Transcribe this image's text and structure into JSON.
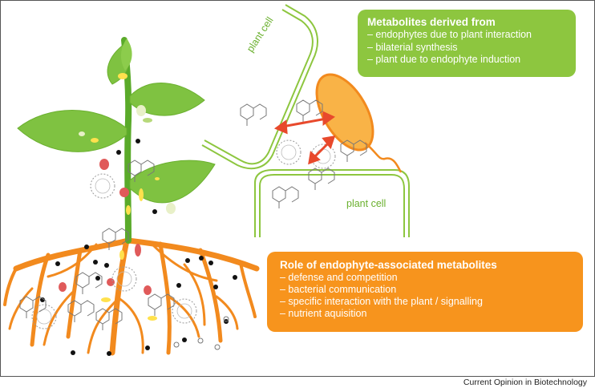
{
  "metabolites_box": {
    "title": "Metabolites derived from",
    "items": [
      "– endophytes due to plant interaction",
      "– bilaterial synthesis",
      "– plant due to endophyte induction"
    ]
  },
  "role_box": {
    "title": "Role of endophyte-associated metabolites",
    "items": [
      "– defense and competition",
      "– bacterial communication",
      "– specific interaction with the plant / signalling",
      "– nutrient aquisition"
    ]
  },
  "cell_labels": {
    "upper": "plant cell",
    "lower": "plant cell"
  },
  "credit": "Current Opinion in Biotechnology",
  "colors": {
    "leaf": "#7fc241",
    "stem": "#5aaa2a",
    "root": "#f28a1e",
    "cell_wall": "#8dc63f",
    "bacterium": "#f7941d",
    "arrow": "#e8492c",
    "box_green": "#8dc63f",
    "box_orange": "#f7941d"
  }
}
